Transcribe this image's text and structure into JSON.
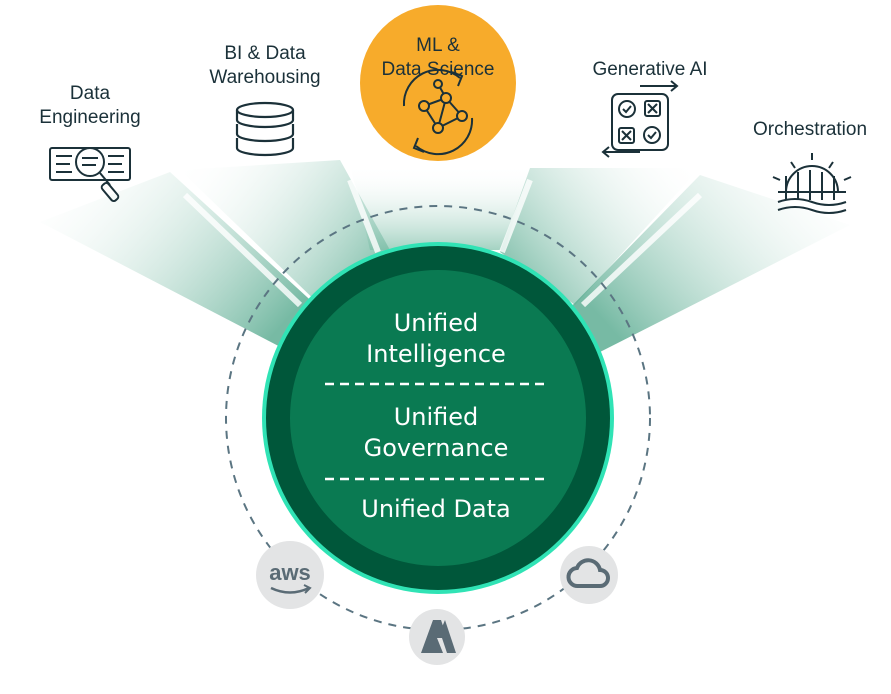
{
  "categories": [
    {
      "id": "data-engineering",
      "label": "Data\nEngineering",
      "icon": "data-engineering-magnifier-icon",
      "highlighted": false
    },
    {
      "id": "bi-warehousing",
      "label": "BI & Data\nWarehousing",
      "icon": "database-stack-icon",
      "highlighted": false
    },
    {
      "id": "ml-data-science",
      "label": "ML &\nData Science",
      "icon": "neural-network-icon",
      "highlighted": true
    },
    {
      "id": "generative-ai",
      "label": "Generative AI",
      "icon": "checklist-grid-icon",
      "highlighted": false
    },
    {
      "id": "orchestration",
      "label": "Orchestration",
      "icon": "gear-bridge-icon",
      "highlighted": false
    }
  ],
  "core": {
    "layers": [
      "Unified\nIntelligence",
      "Unified\nGovernance",
      "Unified Data"
    ]
  },
  "clouds": [
    {
      "id": "aws",
      "text": "aws",
      "icon": "aws-logo-icon"
    },
    {
      "id": "azure",
      "icon": "azure-logo-icon"
    },
    {
      "id": "gcp",
      "icon": "google-cloud-logo-icon"
    }
  ],
  "colors": {
    "text": "#1b3139",
    "outer_ring": "#00573a",
    "inner_disc": "#0a7a52",
    "ring_glow": "#30e3b5",
    "beam": "#8fc7b4",
    "highlight": "#f7ab2b",
    "dashed": "#5b7582",
    "logo_bg": "#e3e4e5",
    "logo_fg": "#5a6b75"
  }
}
